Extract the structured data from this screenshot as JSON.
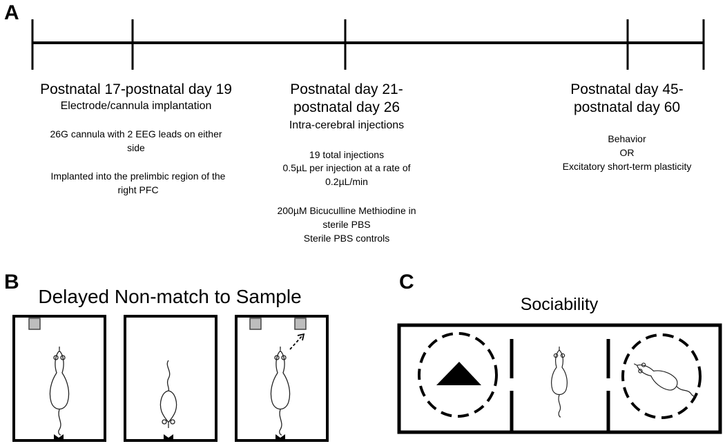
{
  "panels": {
    "a": "A",
    "b": "B",
    "c": "C"
  },
  "timeline": {
    "col1": {
      "heading": "Postnatal 17-postnatal day 19",
      "sub": "Electrode/cannula implantation",
      "d1a": "26G cannula with 2 EEG leads  on either",
      "d1b": "side",
      "d2a": "Implanted into the prelimbic region of the",
      "d2b": "right PFC"
    },
    "col2": {
      "heading_a": "Postnatal day 21-",
      "heading_b": "postnatal day 26",
      "sub": "Intra-cerebral injections",
      "d1a": "19 total injections",
      "d1b": "0.5µL per injection at a rate of",
      "d1c": "0.2µL/min",
      "d2a": "200µM Bicuculline Methiodine in",
      "d2b": "sterile PBS",
      "d2c": "Sterile PBS controls"
    },
    "col3": {
      "heading_a": "Postnatal day 45-",
      "heading_b": "postnatal day 60",
      "d1": "Behavior",
      "d2": "OR",
      "d3": "Excitatory short-term plasticity"
    }
  },
  "dnms": {
    "title": "Delayed Non-match to Sample"
  },
  "sociability": {
    "title": "Sociability"
  },
  "colors": {
    "line": "#000000",
    "cup": "#bdbdbd"
  }
}
